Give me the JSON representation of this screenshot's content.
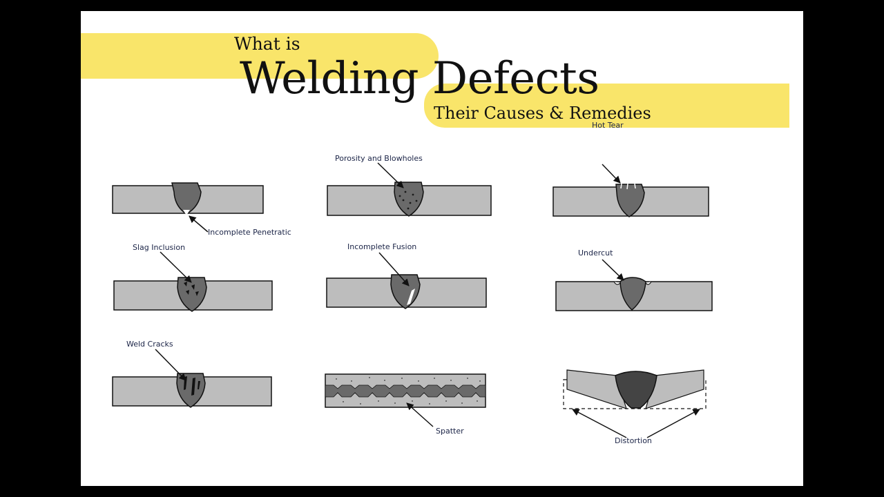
{
  "title": {
    "prefix": "What is",
    "main": "Welding Defects",
    "subtitle": "Their Causes & Remedies"
  },
  "defects": {
    "incomplete_penetration": "Incomplete Penetratic",
    "porosity": "Porosity and Blowholes",
    "hot_tear": "Hot Tear",
    "slag_inclusion": "Slag Inclusion",
    "incomplete_fusion": "Incomplete Fusion",
    "undercut": "Undercut",
    "weld_cracks": "Weld Cracks",
    "spatter": "Spatter",
    "distortion": "Distortion"
  },
  "colors": {
    "highlight": "#f9e56a",
    "plate": "#bdbdbd",
    "weld": "#6a6a6a",
    "weld_dark": "#444444",
    "label": "#1a2346"
  }
}
